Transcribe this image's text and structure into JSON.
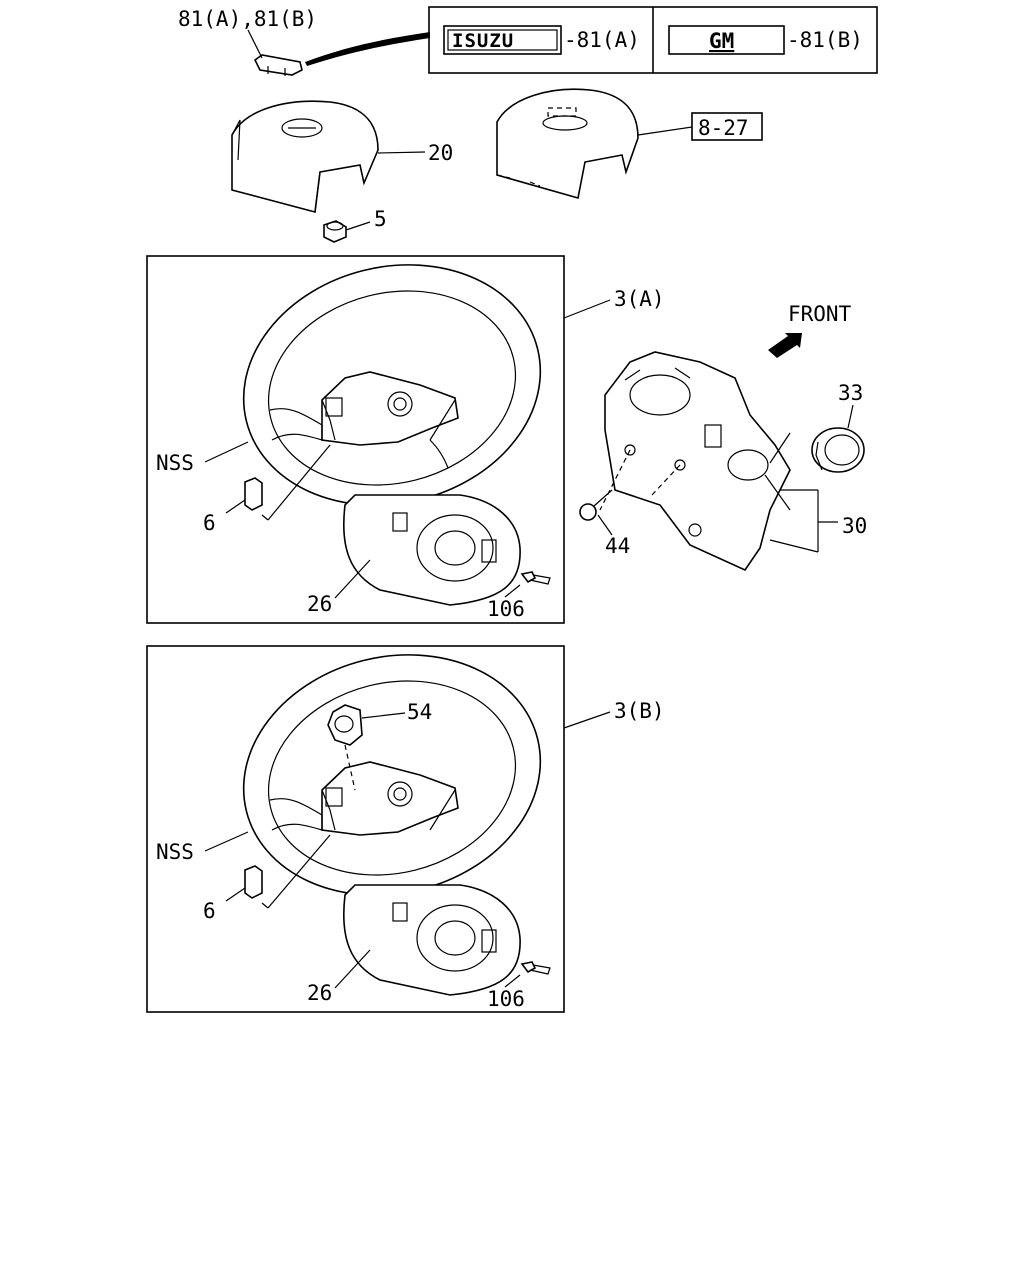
{
  "labels": {
    "emblem_parts": "81(A),81(B)",
    "emblem_a_ref": "-81(A)",
    "emblem_b_ref": "-81(B)",
    "emblem_a_logo": "ISUZU",
    "emblem_b_logo": "GM",
    "cover": "20",
    "nut": "5",
    "cover_ref": "8-27",
    "wheel_a": "3(A)",
    "wheel_b": "3(B)",
    "front": "FRONT",
    "grommet": "33",
    "column_cover": "30",
    "screw": "44",
    "nss_a": "NSS",
    "nss_b": "NSS",
    "bolt_a": "6",
    "bolt_b": "6",
    "lower_cover_a": "26",
    "lower_cover_b": "26",
    "screw_a": "106",
    "screw_b": "106",
    "switch": "54"
  }
}
